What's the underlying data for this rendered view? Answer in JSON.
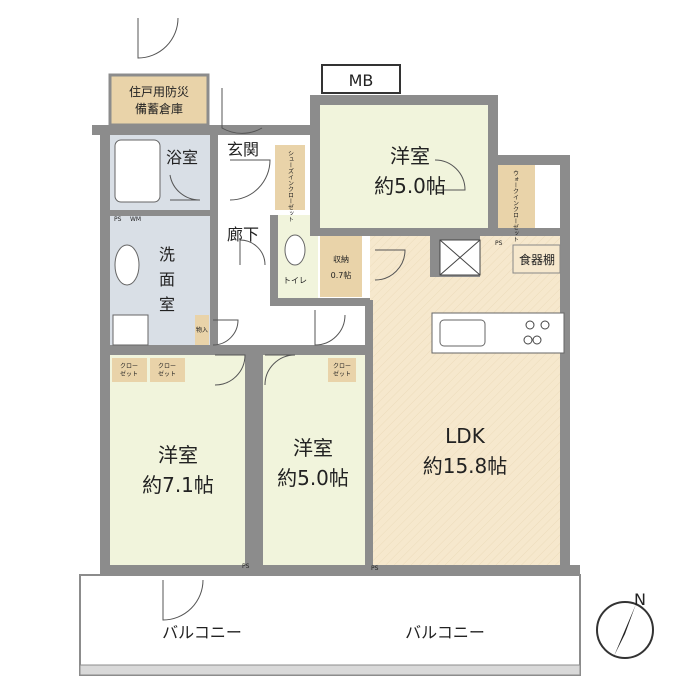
{
  "floor_plan": {
    "rooms": {
      "storage_room": "住戸用防災\n備蓄倉庫",
      "mb": "MB",
      "bath": "浴室",
      "entrance": "玄関",
      "shoe_closet": "シューズインクローゼット",
      "bedroom_north_name": "洋室",
      "bedroom_north_size": "約5.0帖",
      "walkin_closet": "ウォークインクローゼット",
      "hallway": "廊下",
      "toilet": "トイレ",
      "storage_name": "収納",
      "storage_size": "0.7帖",
      "pantry": "食器棚",
      "washroom": "洗面室",
      "storage_small": "物入",
      "closet_a": "クロー\nゼット",
      "closet_b": "クロー\nゼット",
      "closet_c": "クロー\nゼット",
      "bedroom_west_name": "洋室",
      "bedroom_west_size": "約7.1帖",
      "bedroom_mid_name": "洋室",
      "bedroom_mid_size": "約5.0帖",
      "ldk_name": "LDK",
      "ldk_size": "約15.8帖",
      "balcony_left": "バルコニー",
      "balcony_right": "バルコニー",
      "ps_1": "PS",
      "ps_2": "PS",
      "ps_3": "PS",
      "ps_4": "PS",
      "wm": "WM",
      "compass": "N"
    },
    "colors": {
      "wall": "#8c8c8c",
      "bedroom_fill": "#f1f4dc",
      "ldk_fill": "#f6e8cd",
      "storage_fill": "#e9d3a9",
      "wet_fill": "#d9dfe6",
      "balcony_fill": "#ffffff"
    }
  }
}
